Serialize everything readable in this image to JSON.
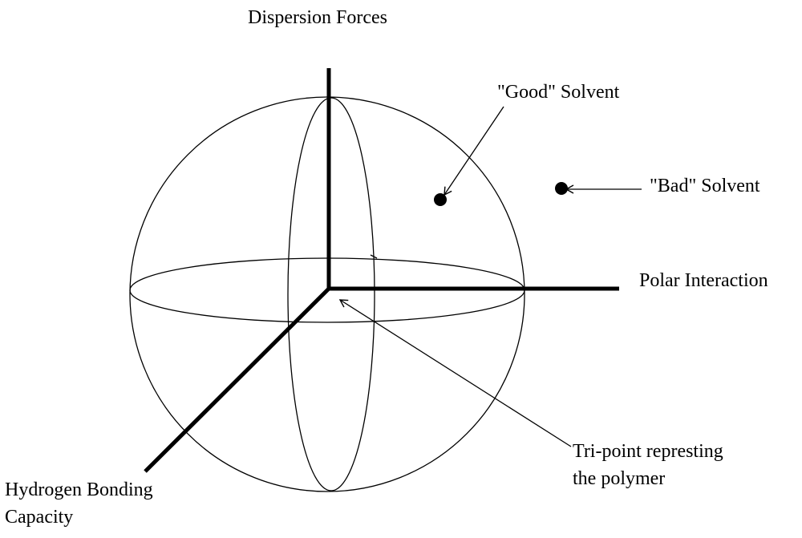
{
  "labels": {
    "dispersion_forces": "Dispersion Forces",
    "good_solvent": "\"Good\" Solvent",
    "bad_solvent": "\"Bad\" Solvent",
    "polar_interaction": "Polar Interaction",
    "tri_point_line1": "Tri-point represting",
    "tri_point_line2": "the polymer",
    "hydrogen_line1": "Hydrogen Bonding",
    "hydrogen_line2": "Capacity"
  },
  "colors": {
    "ink": "#000000",
    "background": "#ffffff"
  }
}
